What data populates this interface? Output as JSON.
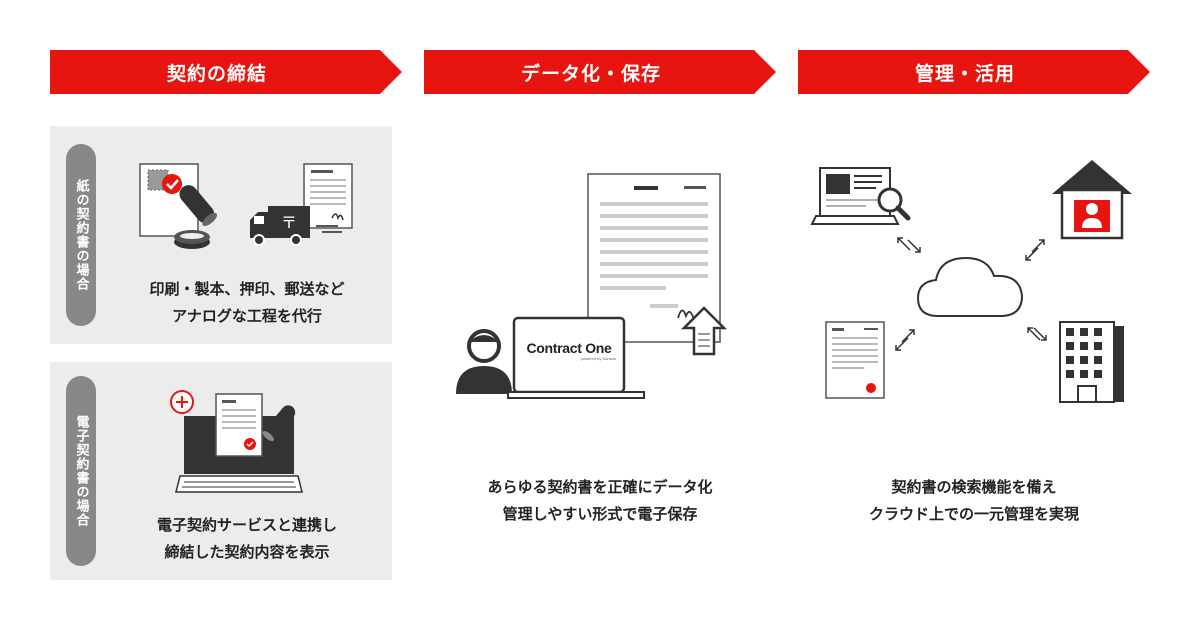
{
  "banners": {
    "b1": "契約の締結",
    "b2": "データ化・保存",
    "b3": "管理・活用"
  },
  "paper_panel": {
    "tag": "紙の契約書の場合",
    "line1": "印刷・製本、押印、郵送など",
    "line2": "アナログな工程を代行"
  },
  "digital_panel": {
    "tag": "電子契約書の場合",
    "line1": "電子契約サービスと連携し",
    "line2": "締結した契約内容を表示"
  },
  "data_column": {
    "logo_main": "Contract One",
    "logo_sub": "powered by Sansan",
    "line1": "あらゆる契約書を正確にデータ化",
    "line2": "管理しやすい形式で電子保存"
  },
  "manage_column": {
    "line1": "契約書の検索機能を備え",
    "line2": "クラウド上での一元管理を実現"
  },
  "colors": {
    "accent_red": "#e8140f",
    "panel_gray": "#ececec",
    "tag_gray": "#888888",
    "icon_dark": "#333333"
  }
}
